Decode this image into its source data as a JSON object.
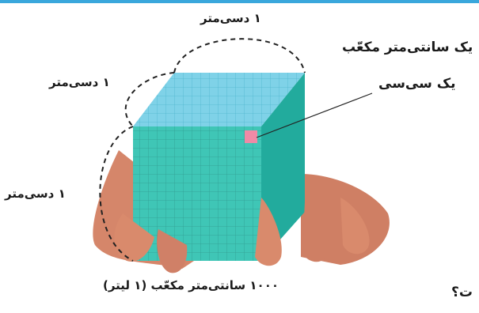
{
  "labels": {
    "top_dim": "۱ دسی‌متر",
    "left_upper_dim": "۱ دسی‌متر",
    "left_lower_dim": "۱ دسی‌متر",
    "cubic_cm": "یک سانتی‌متر مکعّب",
    "cc": "یک سی‌سی",
    "bottom_caption": "۱۰۰۰ سانتی‌متر مکعّب (۱ لیتر)",
    "edge_text": "ت؟"
  },
  "colors": {
    "accent_rule": "#3aa7dc",
    "cube_front": "#3fc6b6",
    "cube_top": "#7fd2e8",
    "cube_side": "#1fa89a",
    "highlight_cell": "#f08aa6",
    "skin": "#d98a6c"
  }
}
